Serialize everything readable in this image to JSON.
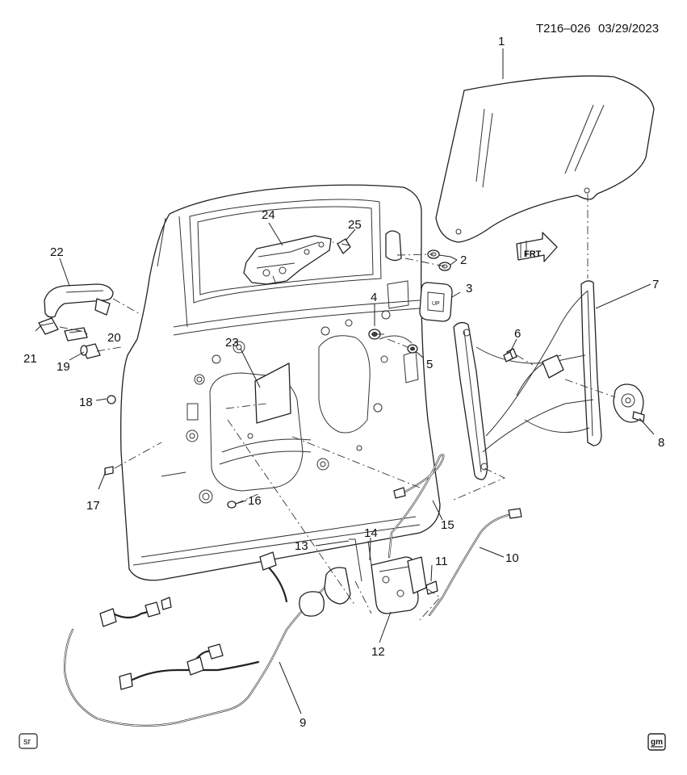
{
  "header": {
    "code": "T216–026",
    "date": "03/29/2023"
  },
  "frt_label": "FRT",
  "badges": {
    "left": "sr",
    "right": "gm"
  },
  "callouts": [
    "1",
    "2",
    "3",
    "4",
    "5",
    "6",
    "7",
    "8",
    "9",
    "10",
    "11",
    "12",
    "13",
    "14",
    "15",
    "16",
    "17",
    "18",
    "19",
    "20",
    "21",
    "22",
    "23",
    "24",
    "25"
  ]
}
